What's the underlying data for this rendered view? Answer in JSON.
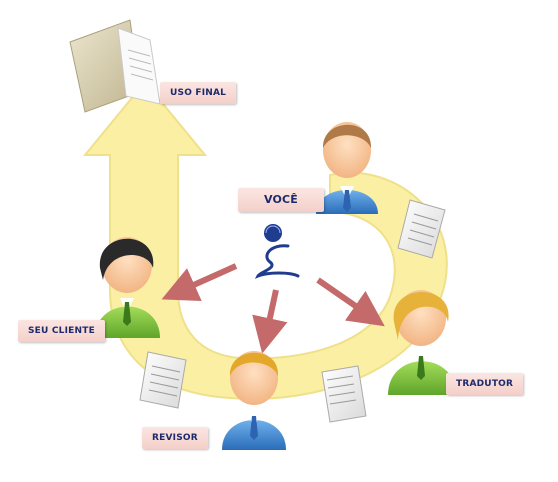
{
  "labels": {
    "final_use": "USO FINAL",
    "you": "VOCÊ",
    "your_client": "SEU CLIENTE",
    "reviser": "REVISOR",
    "translator": "TRADUTOR"
  },
  "colors": {
    "loop": "#fbefa3",
    "arrow": "#c46a6a",
    "tag_bg": "#f4cfc9",
    "tag_text": "#1e2a6b",
    "blue_person": "#4a8fd0",
    "green_person": "#7fc43c"
  }
}
